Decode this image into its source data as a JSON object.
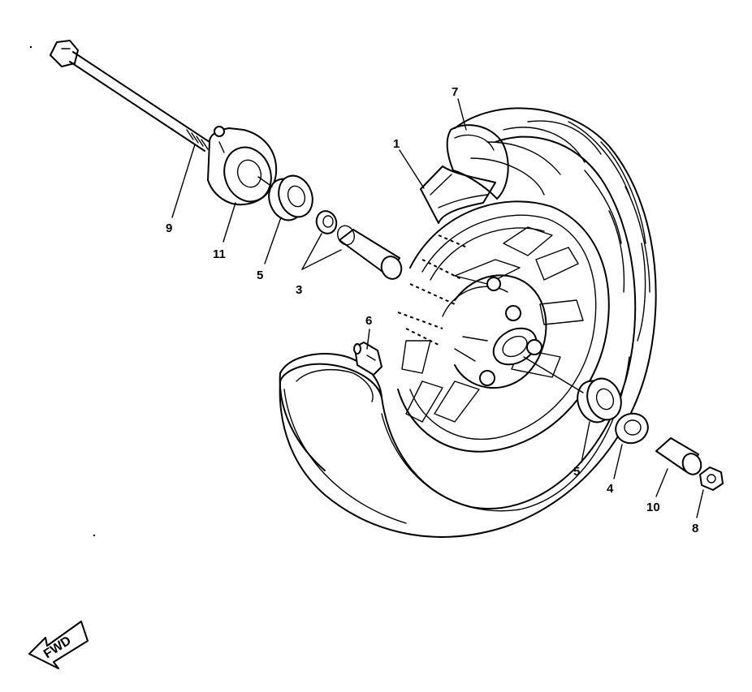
{
  "callouts": [
    {
      "id": "c1",
      "text": "1"
    },
    {
      "id": "c3",
      "text": "3"
    },
    {
      "id": "c4",
      "text": "4"
    },
    {
      "id": "c5a",
      "text": "5"
    },
    {
      "id": "c5b",
      "text": "5"
    },
    {
      "id": "c6",
      "text": "6"
    },
    {
      "id": "c7",
      "text": "7"
    },
    {
      "id": "c8",
      "text": "8"
    },
    {
      "id": "c9",
      "text": "9"
    },
    {
      "id": "c10",
      "text": "10"
    },
    {
      "id": "c11",
      "text": "11"
    }
  ],
  "fwd_label": "FWD",
  "line_color": "#000000",
  "background": "#ffffff"
}
